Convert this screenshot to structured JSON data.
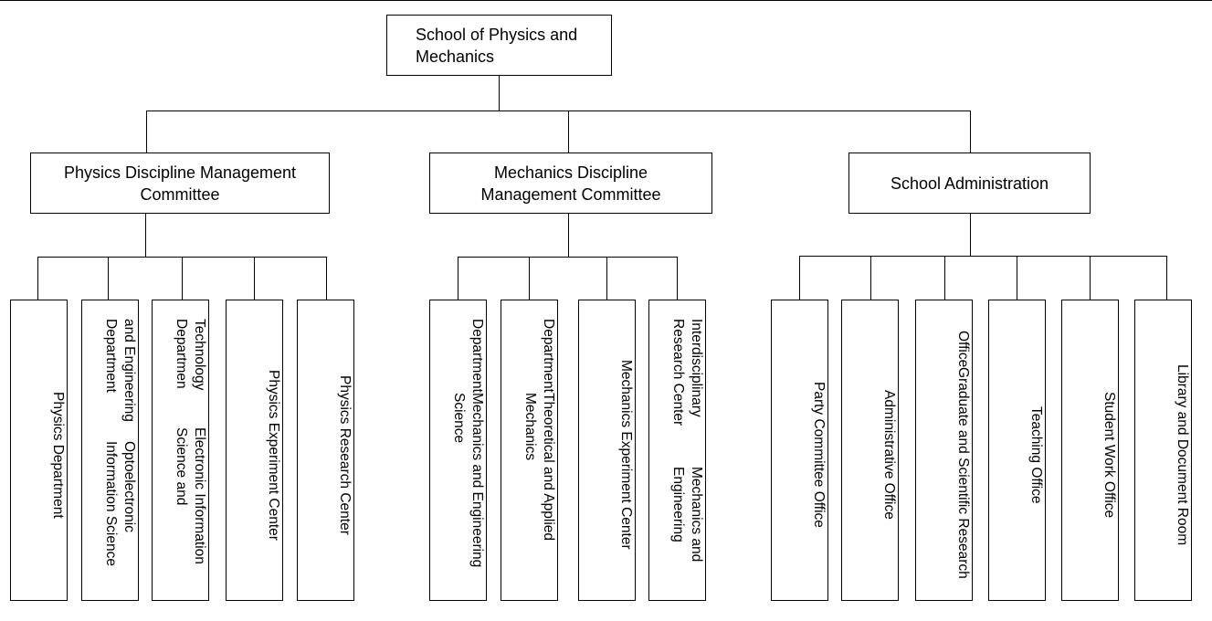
{
  "root": {
    "label": "School of Physics and Mechanics"
  },
  "committees": [
    {
      "label": "Physics Discipline Management Committee"
    },
    {
      "label": "Mechanics Discipline Management Committee"
    },
    {
      "label": "School Administration"
    }
  ],
  "physics_units": [
    {
      "line1": "Physics Department",
      "line2": ""
    },
    {
      "line1": "Optoelectronic Information Science",
      "line2": "and Engineering Department"
    },
    {
      "line1": "Electronic Information Science and",
      "line2": "Technology Departmen"
    },
    {
      "line1": "Physics Experiment Center",
      "line2": ""
    },
    {
      "line1": "Physics Research Center",
      "line2": ""
    }
  ],
  "mechanics_units": [
    {
      "line1": "Mechanics and Engineering Science",
      "line2": "Department"
    },
    {
      "line1": "Theoretical and Applied Mechanics",
      "line2": "Department"
    },
    {
      "line1": "Mechanics Experiment Center",
      "line2": ""
    },
    {
      "line1": "Mechanics and Engineering",
      "line2": "Interdisciplinary Research Center"
    }
  ],
  "admin_units": [
    {
      "line1": "Party Committee Office",
      "line2": ""
    },
    {
      "line1": "Administrative Office",
      "line2": ""
    },
    {
      "line1": "Graduate and Scientific Research",
      "line2": "Office"
    },
    {
      "line1": "Teaching Office",
      "line2": ""
    },
    {
      "line1": "Student Work Office",
      "line2": ""
    },
    {
      "line1": "Library and Document Room",
      "line2": ""
    }
  ]
}
